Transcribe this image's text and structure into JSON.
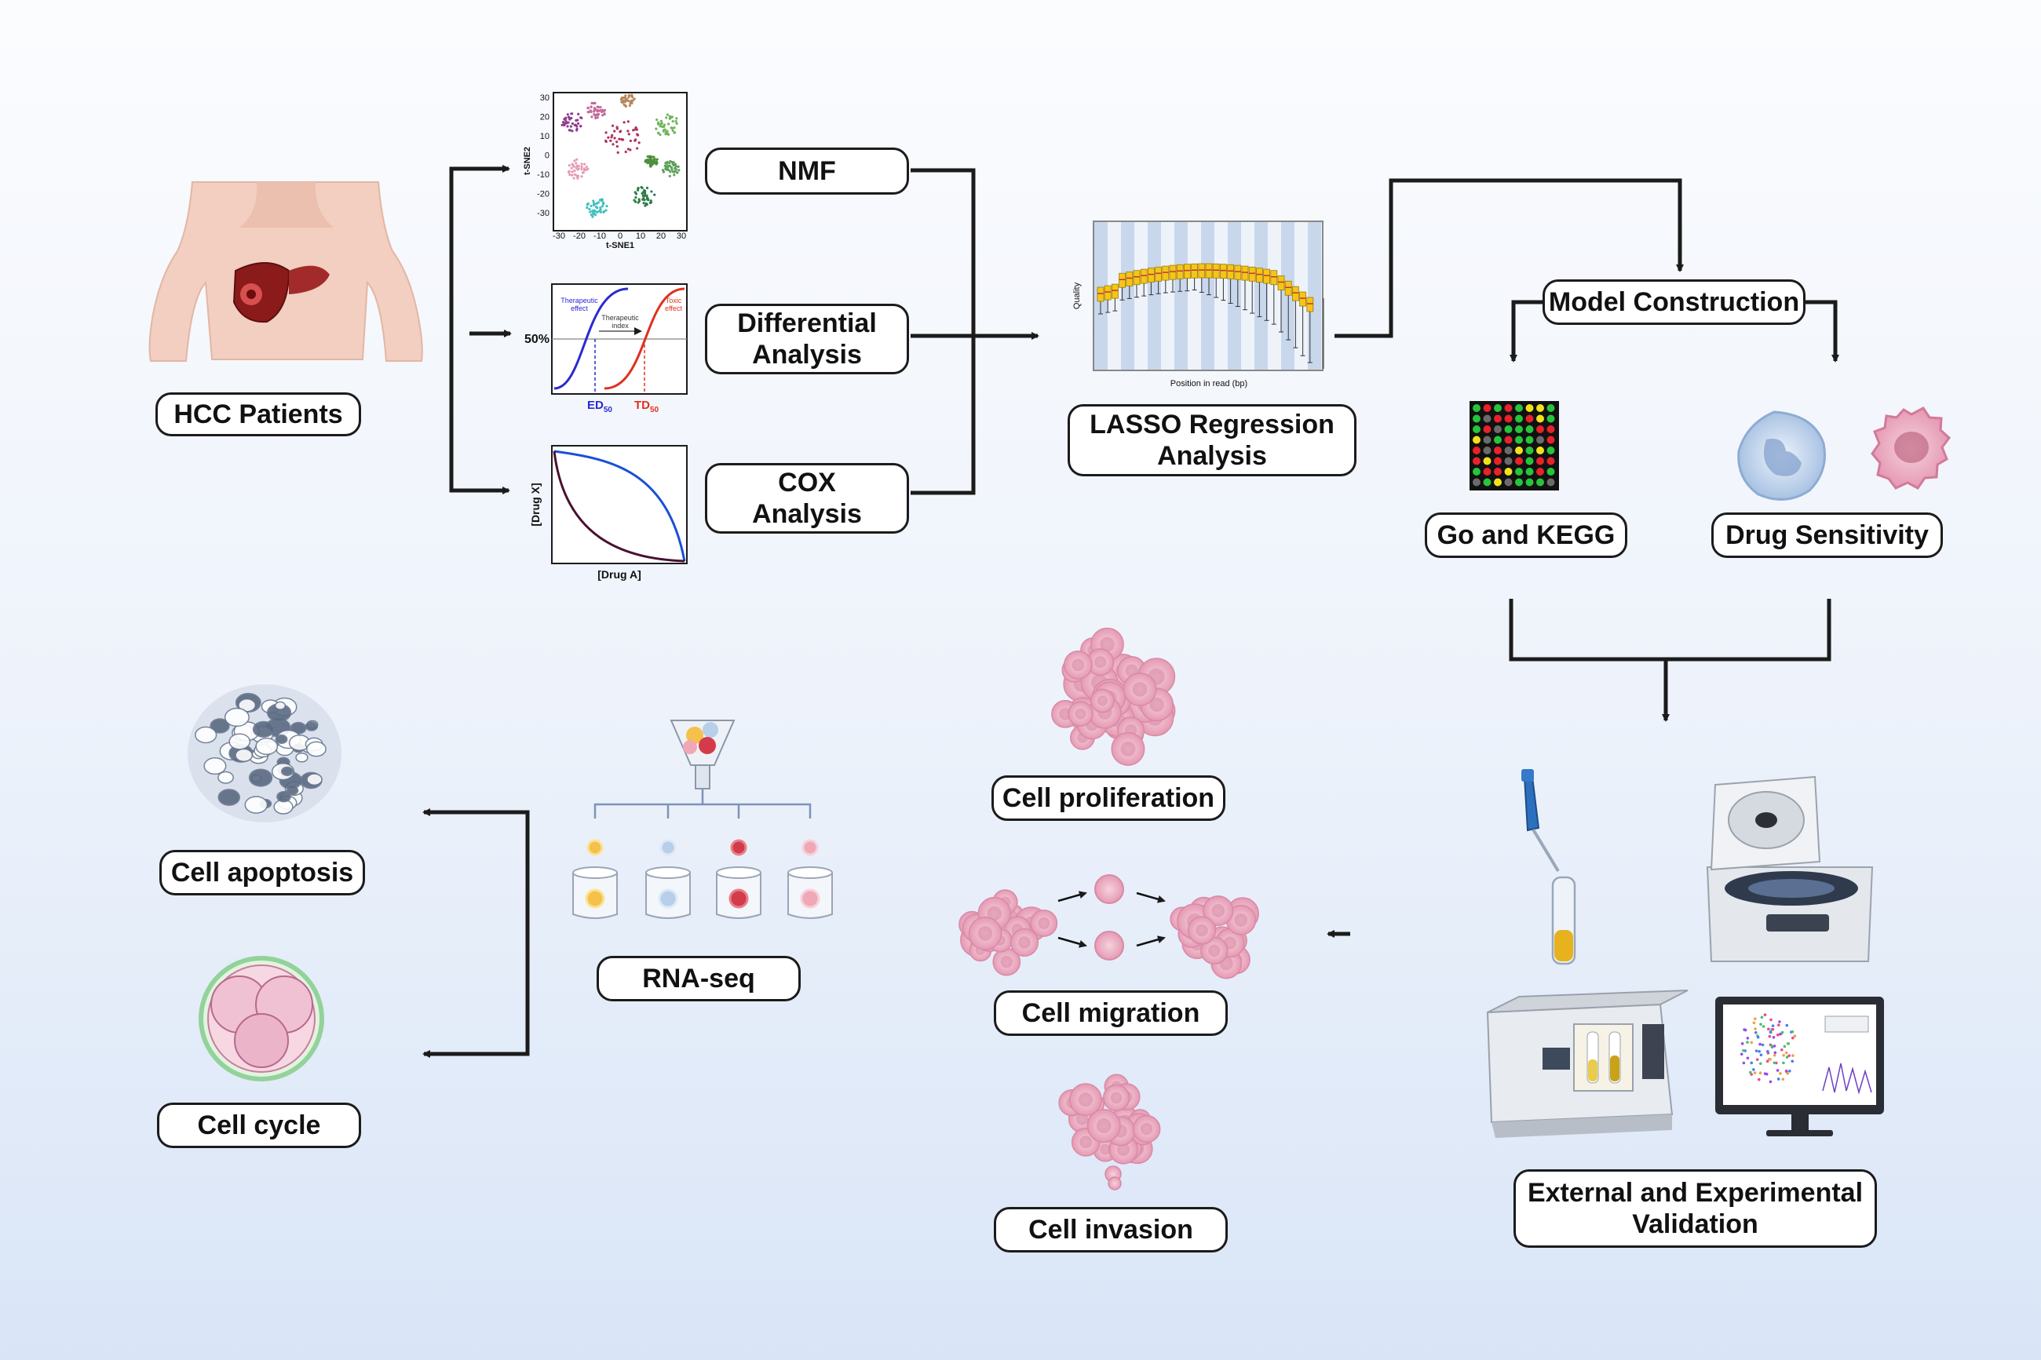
{
  "labels": {
    "hcc_patients": "HCC Patients",
    "nmf": "NMF",
    "differential": [
      "Differential",
      "Analysis"
    ],
    "cox": [
      "COX",
      "Analysis"
    ],
    "lasso": [
      "LASSO Regression",
      "Analysis"
    ],
    "model_construction": "Model Construction",
    "go_kegg": "Go and KEGG",
    "drug_sensitivity": "Drug Sensitivity",
    "validation": [
      "External and Experimental",
      "Validation"
    ],
    "cell_proliferation": "Cell proliferation",
    "cell_migration": "Cell migration",
    "cell_invasion": "Cell invasion",
    "rna_seq": "RNA-seq",
    "cell_apoptosis": "Cell apoptosis",
    "cell_cycle": "Cell cycle"
  },
  "tsne_plot": {
    "xlabel": "t-SNE1",
    "ylabel": "t-SNE2",
    "x_ticks": [
      "-30",
      "-20",
      "-10",
      "0",
      "10",
      "20",
      "30"
    ],
    "y_ticks": [
      "30",
      "20",
      "10",
      "0",
      "-10",
      "-20",
      "-30"
    ]
  },
  "dose_response_plot": {
    "y_tick": "50%",
    "therapeutic_label": [
      "Therapeutic",
      "effect"
    ],
    "toxic_label": [
      "Toxic",
      "effect"
    ],
    "index_label": [
      "Therapeutic",
      "index"
    ],
    "ed50": "ED",
    "ed50_sub": "50",
    "td50": "TD",
    "td50_sub": "50"
  },
  "isobologram_plot": {
    "xlabel": "[Drug A]",
    "ylabel": "[Drug X]"
  },
  "quality_plot": {
    "xlabel": "Position in read (bp)",
    "ylabel": "Quality"
  },
  "colors": {
    "stroke": "#1b1b1b",
    "therapeutic": "#2a2ad0",
    "toxic": "#e0301e",
    "pink_cell": "#e9a9bf",
    "blue_cell": "#b9d0ea",
    "box_plot": "#f5c518"
  }
}
